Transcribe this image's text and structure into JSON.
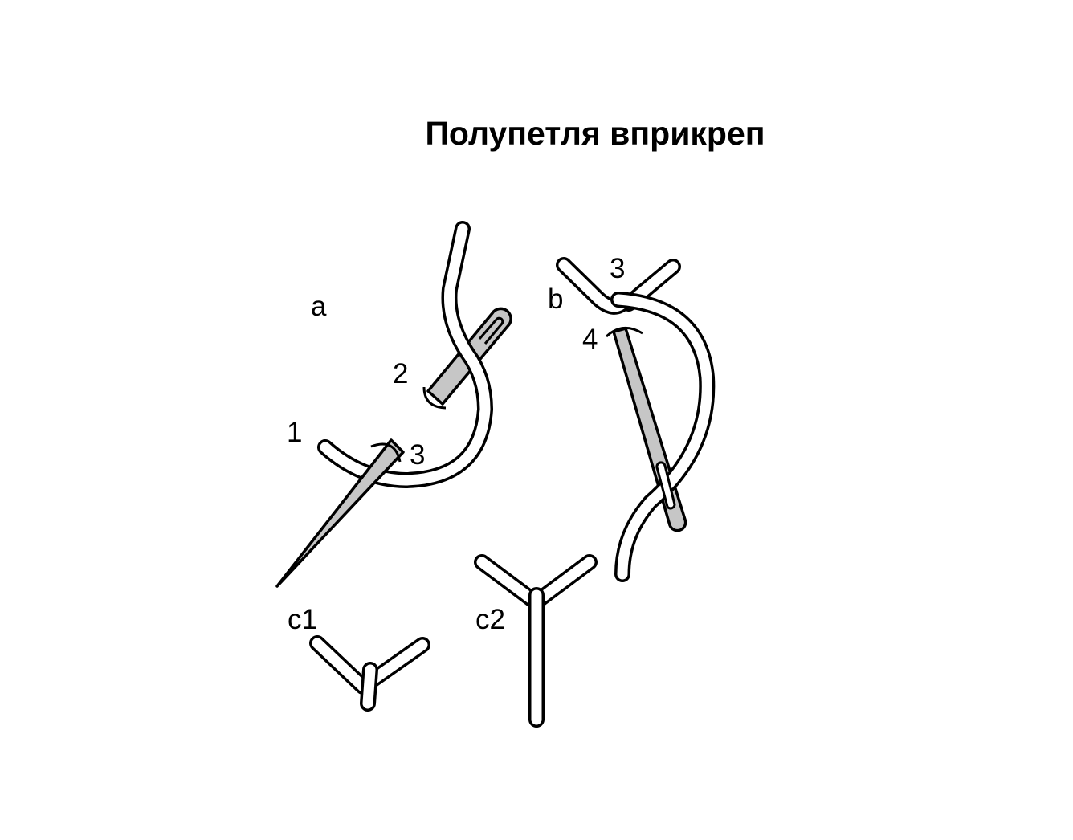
{
  "title": "Полупетля вприкреп",
  "labels": {
    "a": "a",
    "b": "b",
    "c1": "c1",
    "c2": "c2",
    "a_1": "1",
    "a_2": "2",
    "a_3": "3",
    "b_3": "3",
    "b_4": "4"
  },
  "colors": {
    "needle": "#c6c6c6",
    "outline": "#000000",
    "thread": "#ffffff"
  }
}
